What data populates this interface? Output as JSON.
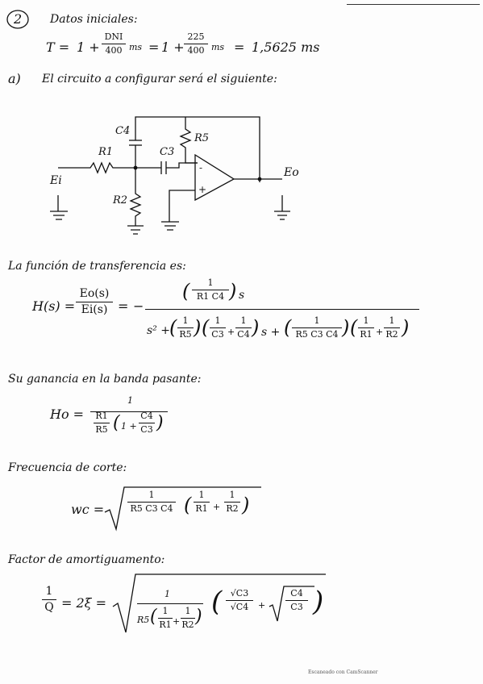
{
  "top_right_line": true,
  "section2": {
    "number": "2",
    "heading": "Datos iniciales:",
    "T_lhs": "T =",
    "t1_pre": "1 +",
    "t1_num": "DNI",
    "t1_den": "400",
    "t1_unit": "ms",
    "eq": "=",
    "t2_pre": "1 +",
    "t2_num": "225",
    "t2_den": "400",
    "t2_unit": "ms",
    "eq2": "=",
    "result": "1,5625 ms"
  },
  "part_a": {
    "label": "a)",
    "text": "El circuito a configurar será el siguiente:"
  },
  "circuit": {
    "C4": "C4",
    "R5": "R5",
    "R1": "R1",
    "C3": "C3",
    "R2": "R2",
    "Ei": "Ei",
    "Eo": "Eo",
    "minus": "-",
    "plus": "+"
  },
  "transfer": {
    "intro": "La función de transferencia es:",
    "lhs": "H(s) =",
    "lhs_num": "Eo(s)",
    "lhs_den": "Ei(s)",
    "eq": "=",
    "minus": "−",
    "num_one": "1",
    "num_den": "R1 C4",
    "num_s": "s",
    "den_s2": "s² +",
    "one": "1",
    "den_R5": "R5",
    "den_C3": "C3",
    "plus": "+",
    "den_C4": "C4",
    "s_plus": "s +",
    "den_R5C3C4": "R5 C3 C4",
    "den_R1": "R1",
    "den_R2": "R2"
  },
  "gain": {
    "intro": "Su ganancia en la banda pasante:",
    "lhs": "Ho =",
    "one": "1",
    "ratio_num": "R1",
    "ratio_den": "R5",
    "paren_pre": "1 +",
    "c_num": "C4",
    "c_den": "C3"
  },
  "cutoff": {
    "intro": "Frecuencia de corte:",
    "lhs": "wc =",
    "one": "1",
    "den": "R5 C3 C4",
    "plus": "+",
    "r1": "R1",
    "r2": "R2"
  },
  "damping": {
    "intro": "Factor de amortiguamento:",
    "lhs_num": "1",
    "lhs_den": "Q",
    "eq": "= 2ξ =",
    "one": "1",
    "den_R5": "R5",
    "den_R1": "R1",
    "den_R2": "R2",
    "plus": "+",
    "sq_num1": "√C3",
    "sq_den1": "√C4",
    "c4": "C4",
    "c3": "C3"
  },
  "footer": "Escaneado con CamScanner"
}
